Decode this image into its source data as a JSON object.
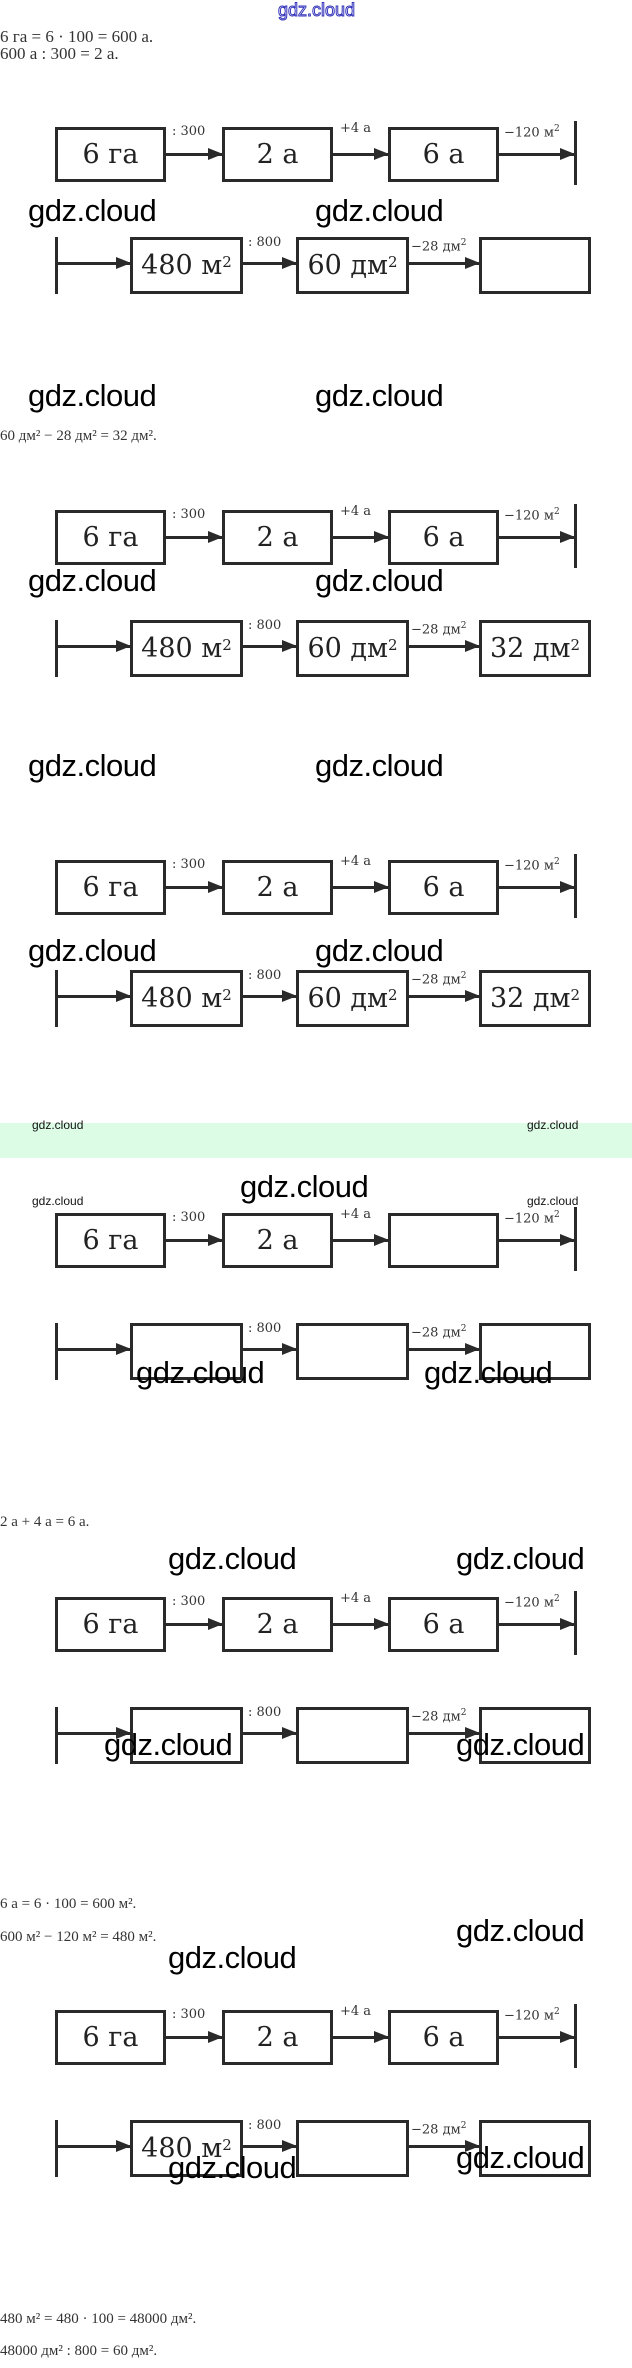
{
  "header": {
    "watermark": "gdz.cloud"
  },
  "watermark_text": "gdz.cloud",
  "equations": {
    "e1": "6 га = 6 · 100 = 600 а.",
    "e2": "600 а : 300 = 2 а.",
    "e3": "60 дм² − 28 дм² = 32 дм².",
    "e4": "2 а + 4 а = 6 а.",
    "e5": "6 а = 6 · 100 = 600 м².",
    "e6": "600 м² − 120 м² = 480 м².",
    "e7": "480 м² = 480 · 100 = 48000 дм².",
    "e8": "48000 дм² :  800 =  60 дм²."
  },
  "operations": {
    "div300": ": 300",
    "plus4a": "+4 а",
    "minus120": "−120 м",
    "div800": ": 800",
    "minus28": "−28 дм",
    "sq": "2"
  },
  "diagrams": [
    {
      "row1": [
        "6 га",
        "2 а",
        "6 а"
      ],
      "row2": [
        "480 м",
        "60 дм",
        ""
      ],
      "row2_sup": [
        "2",
        "2",
        ""
      ]
    },
    {
      "row1": [
        "6 га",
        "2 а",
        "6 а"
      ],
      "row2": [
        "480 м",
        "60 дм",
        "32 дм"
      ],
      "row2_sup": [
        "2",
        "2",
        "2"
      ]
    },
    {
      "row1": [
        "6 га",
        "2 а",
        "6 а"
      ],
      "row2": [
        "480 м",
        "60 дм",
        "32 дм"
      ],
      "row2_sup": [
        "2",
        "2",
        "2"
      ]
    },
    {
      "row1": [
        "6 га",
        "2 а",
        ""
      ],
      "row2": [
        "",
        "",
        ""
      ],
      "row2_sup": [
        "",
        "",
        ""
      ]
    },
    {
      "row1": [
        "6 га",
        "2 а",
        "6 а"
      ],
      "row2": [
        "",
        "",
        ""
      ],
      "row2_sup": [
        "",
        "",
        ""
      ]
    },
    {
      "row1": [
        "6 га",
        "2 а",
        "6 а"
      ],
      "row2": [
        "480 м",
        "",
        ""
      ],
      "row2_sup": [
        "2",
        "",
        ""
      ]
    }
  ],
  "colors": {
    "band": "#dcfce6",
    "watermark_top": "#3333bb",
    "stroke": "#2a2a2a"
  }
}
